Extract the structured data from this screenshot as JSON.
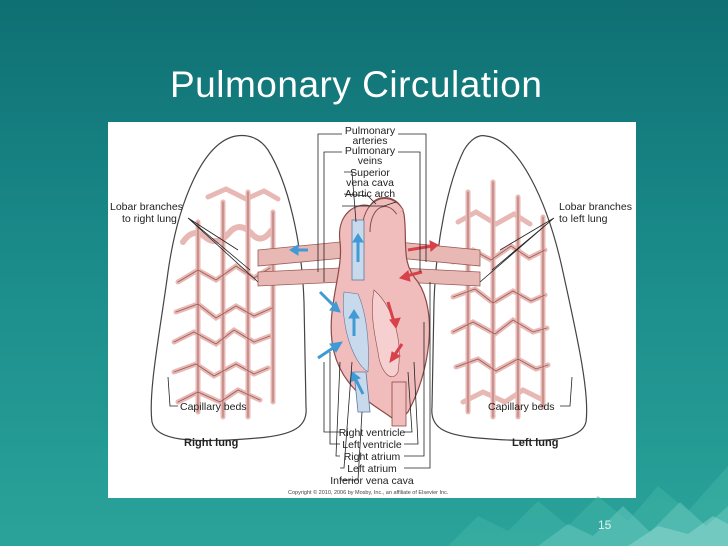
{
  "slide": {
    "title": "Pulmonary Circulation",
    "page_number": "15"
  },
  "figure": {
    "labels": {
      "pulmonary_arteries": [
        "Pulmonary",
        "arteries"
      ],
      "pulmonary_veins": [
        "Pulmonary",
        "veins"
      ],
      "superior_vena_cava": [
        "Superior",
        "vena cava"
      ],
      "aortic_arch": "Aortic arch",
      "lobar_right": [
        "Lobar branches",
        "to right lung"
      ],
      "lobar_left": [
        "Lobar branches",
        "to left lung"
      ],
      "capillary_right": "Capillary beds",
      "capillary_left": "Capillary beds",
      "right_lung": "Right lung",
      "left_lung": "Left lung",
      "right_ventricle": "Right ventricle",
      "left_ventricle": "Left ventricle",
      "right_atrium": "Right atrium",
      "left_atrium": "Left atrium",
      "inferior_vena_cava": "Inferior vena cava",
      "copyright": "Copyright © 2010, 2006 by Mosby, Inc., an affiliate of Elsevier Inc."
    },
    "colors": {
      "vessel": "#e8b8b4",
      "vessel_stroke": "#9a5a55",
      "deoxygenated": "#3f9ad6",
      "oxygenated": "#d8404a",
      "vein_fill": "#c9d9ec"
    }
  }
}
